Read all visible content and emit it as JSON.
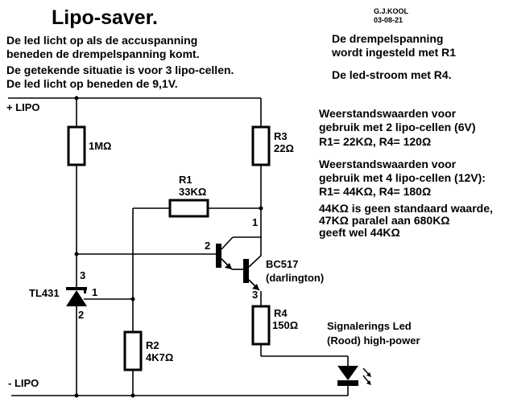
{
  "header": {
    "title": "Lipo-saver.",
    "author": "G.J.KOOL",
    "date": "03-08-21"
  },
  "description_left": [
    "De led licht op als de accuspanning",
    "beneden de drempelspanning komt.",
    "De getekende situatie is voor 3 lipo-cellen.",
    "De led licht op beneden de 9,1V."
  ],
  "description_right": [
    "De drempelspanning",
    "wordt ingesteld met R1",
    "De led-stroom met R4."
  ],
  "notes": {
    "two_cells": [
      "Weerstandswaarden voor",
      "gebruik met 2 lipo-cellen (6V)",
      "R1= 22KΩ, R4= 120Ω"
    ],
    "four_cells": [
      "Weerstandswaarden voor",
      "gebruik met 4 lipo-cellen (12V):",
      "R1= 44KΩ, R4= 180Ω"
    ],
    "nonstandard": [
      "44KΩ is geen standaard waarde,",
      "47KΩ paralel aan 680KΩ",
      "geeft wel 44KΩ"
    ]
  },
  "rails": {
    "positive": "+ LIPO",
    "negative": "- LIPO"
  },
  "components": {
    "r_1m": {
      "value": "1MΩ"
    },
    "r3": {
      "name": "R3",
      "value": "22Ω"
    },
    "r1": {
      "name": "R1",
      "value": "33KΩ"
    },
    "r2": {
      "name": "R2",
      "value": "4K7Ω"
    },
    "r4": {
      "name": "R4",
      "value": "150Ω"
    },
    "tl431": {
      "name": "TL431",
      "pin_anode": "2",
      "pin_cathode": "3",
      "pin_ref": "1"
    },
    "transistor": {
      "name": "BC517",
      "type": "(darlington)",
      "pin_collector": "1",
      "pin_base": "2",
      "pin_emitter": "3"
    },
    "led": {
      "line1": "Signalerings Led",
      "line2": "(Rood) high-power"
    }
  }
}
